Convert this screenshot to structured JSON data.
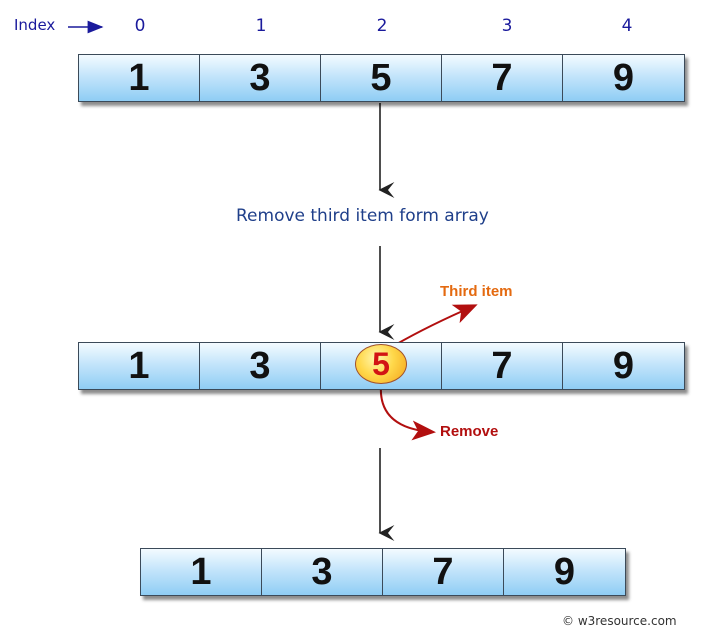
{
  "index_label": "Index",
  "indices": [
    "0",
    "1",
    "2",
    "3",
    "4"
  ],
  "original_array": [
    "1",
    "3",
    "5",
    "7",
    "9"
  ],
  "caption": "Remove third item form array",
  "highlighted_array": [
    "1",
    "3",
    "5",
    "7",
    "9"
  ],
  "highlighted_item": "5",
  "third_item_label": "Third item",
  "remove_label": "Remove",
  "result_array": [
    "1",
    "3",
    "7",
    "9"
  ],
  "credit": "© w3resource.com",
  "colors": {
    "index_text": "#1a1a9c",
    "caption_text": "#1f3f8a",
    "third_item_text": "#e46a10",
    "remove_text": "#b20f0f",
    "cell_fill": "#c4e5fb",
    "highlight_fill": "#ffd84a",
    "highlight_text": "#d21414"
  }
}
